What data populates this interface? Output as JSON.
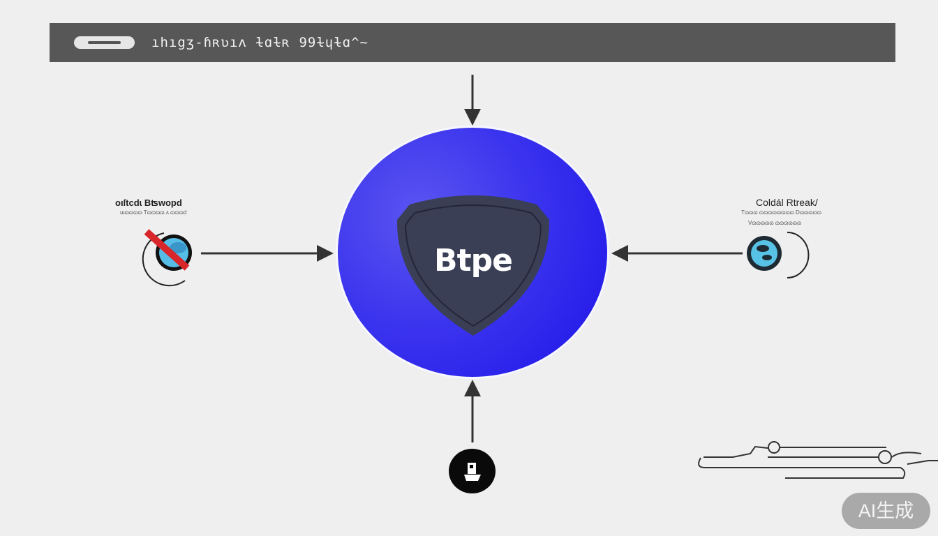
{
  "header": {
    "title": "ıhıgʒ-ɦʀʋıʌ ɫɑɫʀ 99ɫɥɫɑ^~"
  },
  "center": {
    "label": "Btpe",
    "icon": "shield-icon",
    "color": "#2a22ec"
  },
  "left_node": {
    "title": "oıſtcdɩ Bʦwopd",
    "subtitle": "ɯɷɷɷɷ Tɷɷɷɷ ʌ ɷɷɷd",
    "icon": "blocked-globe-icon"
  },
  "right_node": {
    "title": "Coldál Rtreak/",
    "subtitle": "Tɷɷɷ ɷɷɷɷɷɷɷɷ Dɷɷɷɷɷ",
    "subtitle2": "Vɷɷɷɷɷ ɷɷɷɷɷɷ",
    "icon": "chat-globe-icon"
  },
  "bottom_node": {
    "icon": "lighthouse-boat-icon"
  },
  "watermark": "AI生成"
}
